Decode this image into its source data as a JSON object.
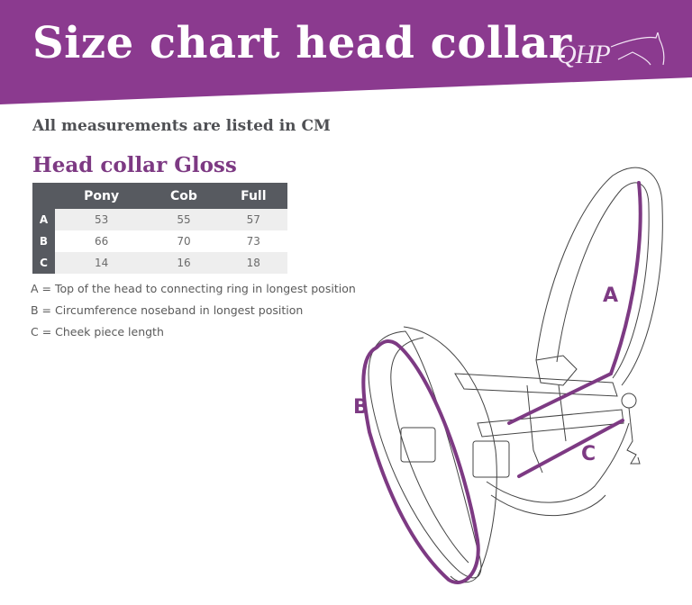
{
  "header": {
    "title": "Size chart head collar",
    "logo_text": "QHP",
    "banner_color": "#8b3a8f"
  },
  "subtitle": "All measurements are listed in CM",
  "section_title": "Head collar Gloss",
  "table": {
    "columns": [
      "",
      "Pony",
      "Cob",
      "Full"
    ],
    "rows": [
      {
        "label": "A",
        "values": [
          "53",
          "55",
          "57"
        ]
      },
      {
        "label": "B",
        "values": [
          "66",
          "70",
          "73"
        ]
      },
      {
        "label": "C",
        "values": [
          "14",
          "16",
          "18"
        ]
      }
    ]
  },
  "legend": [
    "A = Top of the head to connecting ring in longest position",
    "B = Circumference noseband in longest position",
    "C = Cheek piece length"
  ],
  "diagram": {
    "labels": {
      "a": "A",
      "b": "B",
      "c": "C"
    },
    "accent_color": "#7d3a83"
  }
}
